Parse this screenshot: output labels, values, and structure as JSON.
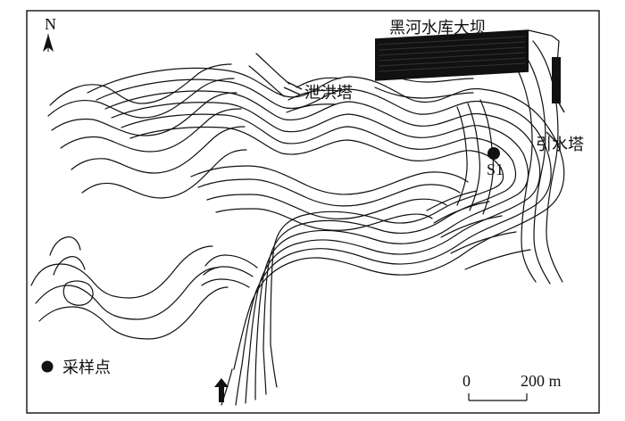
{
  "map": {
    "north_label": "N",
    "dam_label": "黑河水库大坝",
    "spillway_label": "泄洪塔",
    "intake_label": "引水塔",
    "site_label": "S1",
    "legend_label": "采样点",
    "scale_zero": "0",
    "scale_end": "200 m"
  },
  "icons": {
    "north": "north-arrow-icon",
    "flow": "inflow-arrow-icon",
    "sampling": "sampling-point-icon"
  },
  "colors": {
    "line": "#111111",
    "background": "#ffffff"
  }
}
